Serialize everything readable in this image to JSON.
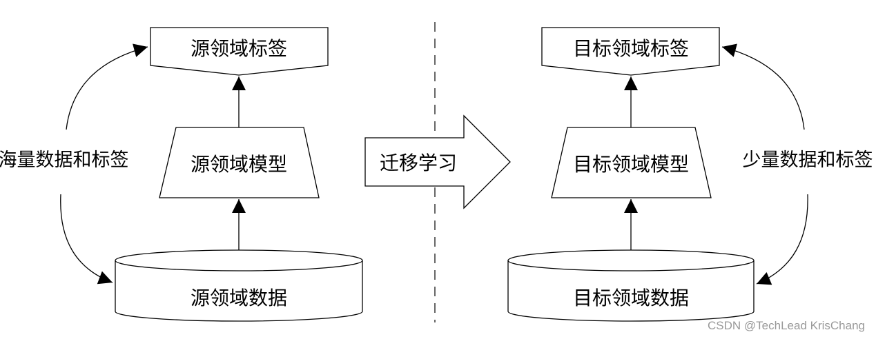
{
  "source": {
    "label": "源领域标签",
    "model": "源领域模型",
    "data": "源领域数据",
    "side_text": "海量数据和标签"
  },
  "target": {
    "label": "目标领域标签",
    "model": "目标领域模型",
    "data": "目标领域数据",
    "side_text": "少量数据和标签"
  },
  "transfer_label": "迁移学习",
  "watermark": "CSDN @TechLead KrisChang"
}
